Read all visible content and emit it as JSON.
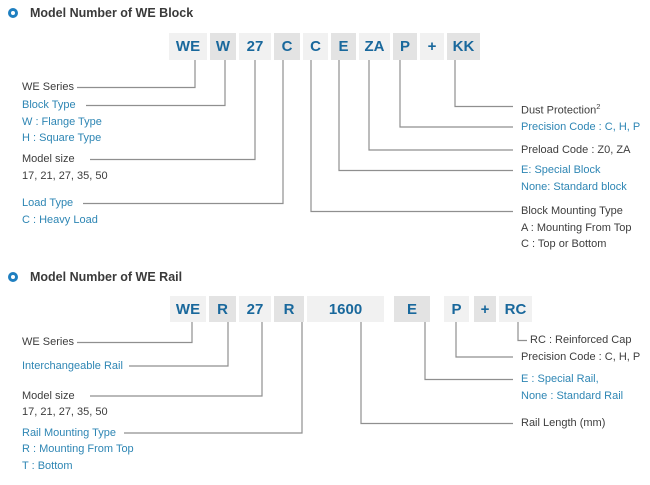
{
  "colors": {
    "accent_blue": "#2e86b4",
    "code_text_blue": "#19689c",
    "dark_text": "#3d3d3d",
    "connector_line_gray": "#8f8f8f",
    "segment_bg_light": "#f1f1f1",
    "segment_bg_dark": "#e3e3e3",
    "bullet_ring_blue": "#1f7fc0"
  },
  "block_section": {
    "title": "Model Number of WE Block",
    "code_segments": [
      "WE",
      "W",
      "27",
      "C",
      "C",
      "E",
      "ZA",
      "P",
      "+",
      "KK"
    ],
    "labels": {
      "we_series": "WE Series",
      "block_type": "Block Type",
      "block_type_w": "W : Flange Type",
      "block_type_h": "H : Square Type",
      "model_size": "Model size",
      "model_size_values": "17, 21, 27, 35, 50",
      "load_type": "Load Type",
      "load_type_c": "C : Heavy Load",
      "dust_protection": "Dust Protection",
      "dust_protection_note_ref": "2",
      "precision_code": "Precision Code : C, H, P",
      "preload_code": "Preload Code : Z0, ZA",
      "special_block": "E: Special Block",
      "standard_block": "None: Standard block",
      "block_mounting_type": "Block Mounting Type",
      "block_mounting_a": "A : Mounting From Top",
      "block_mounting_c": "C : Top or Bottom"
    }
  },
  "rail_section": {
    "title": "Model Number of WE Rail",
    "code_segments": [
      "WE",
      "R",
      "27",
      "R",
      "1600",
      "E",
      "P",
      "+",
      "RC"
    ],
    "labels": {
      "we_series": "WE Series",
      "interchangeable_rail": "Interchangeable Rail",
      "model_size": "Model size",
      "model_size_values": "17, 21, 27, 35, 50",
      "rail_mounting_type": "Rail Mounting Type",
      "rail_mounting_r": "R : Mounting From Top",
      "rail_mounting_t": "T : Bottom",
      "reinforced_cap": "RC : Reinforced Cap",
      "precision_code": "Precision Code : C, H, P",
      "special_rail": "E : Special Rail,",
      "standard_rail": "None : Standard Rail",
      "rail_length": "Rail Length (mm)"
    }
  }
}
